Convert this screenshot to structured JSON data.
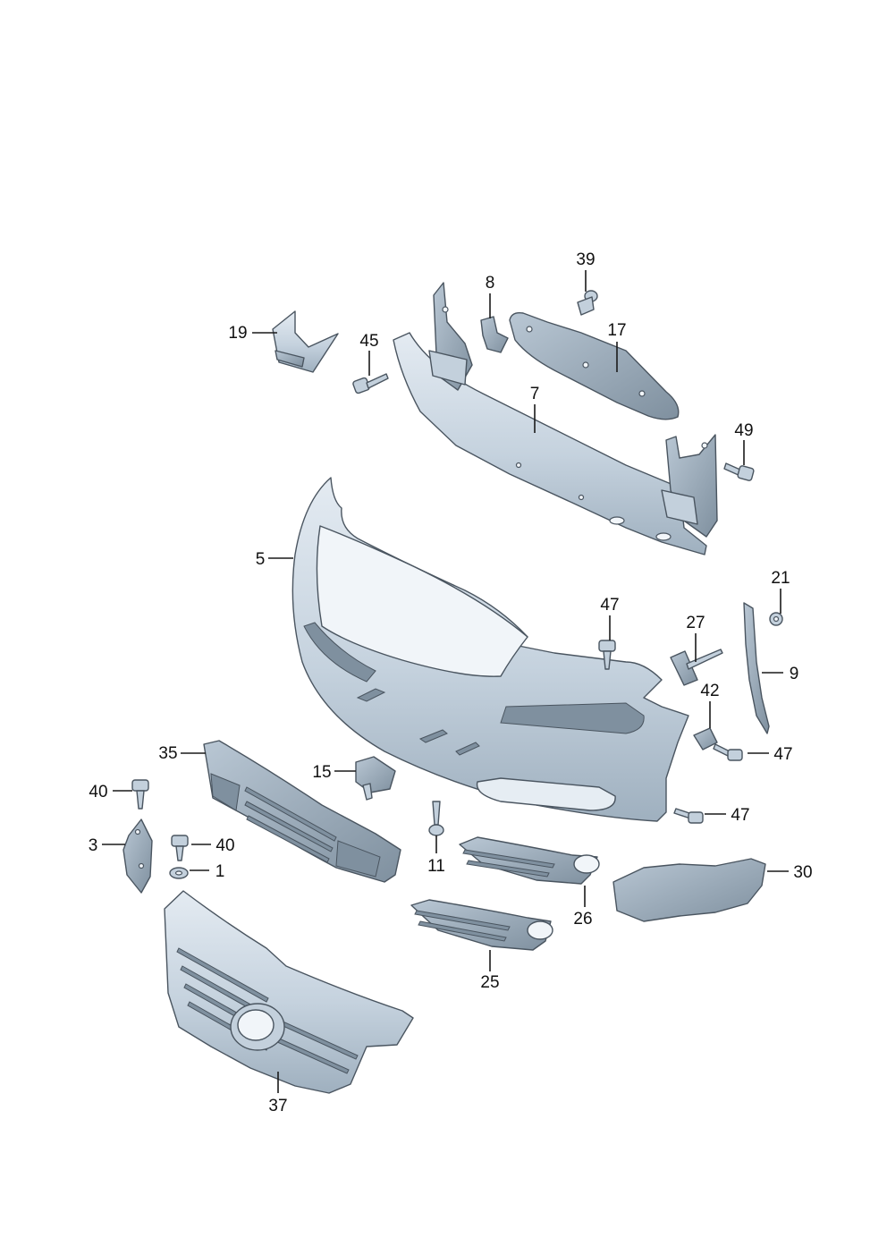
{
  "callouts": [
    {
      "id": "c39",
      "text": "39"
    },
    {
      "id": "c8",
      "text": "8"
    },
    {
      "id": "c19",
      "text": "19"
    },
    {
      "id": "c45",
      "text": "45"
    },
    {
      "id": "c17",
      "text": "17"
    },
    {
      "id": "c7",
      "text": "7"
    },
    {
      "id": "c49",
      "text": "49"
    },
    {
      "id": "c5",
      "text": "5"
    },
    {
      "id": "c21",
      "text": "21"
    },
    {
      "id": "c47a",
      "text": "47"
    },
    {
      "id": "c27",
      "text": "27"
    },
    {
      "id": "c9",
      "text": "9"
    },
    {
      "id": "c42",
      "text": "42"
    },
    {
      "id": "c35",
      "text": "35"
    },
    {
      "id": "c47b",
      "text": "47"
    },
    {
      "id": "c15",
      "text": "15"
    },
    {
      "id": "c40a",
      "text": "40"
    },
    {
      "id": "c47c",
      "text": "47"
    },
    {
      "id": "c3",
      "text": "3"
    },
    {
      "id": "c40b",
      "text": "40"
    },
    {
      "id": "c11",
      "text": "11"
    },
    {
      "id": "c1",
      "text": "1"
    },
    {
      "id": "c30",
      "text": "30"
    },
    {
      "id": "c26",
      "text": "26"
    },
    {
      "id": "c25",
      "text": "25"
    },
    {
      "id": "c37",
      "text": "37"
    }
  ],
  "colors": {
    "part_light": "#d6e0ea",
    "part_mid": "#a9b9c8",
    "part_dark": "#7f909f",
    "outline": "#4a5560",
    "leader": "#1a1a1a"
  }
}
